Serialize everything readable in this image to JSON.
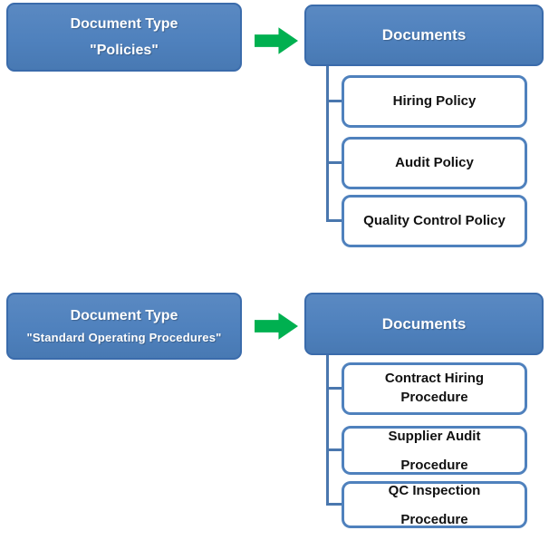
{
  "colors": {
    "box_blue": "#4f81bd",
    "box_blue_light": "#5a89c2",
    "box_blue_dark": "#4879b3",
    "box_blue_border": "#3a6bab",
    "child_border": "#4f81bd",
    "connector": "#4a77ae",
    "arrow_green": "#00b050",
    "text_white": "#ffffff"
  },
  "sections": [
    {
      "doc_type": {
        "line1": "Document Type",
        "line2": "\"Policies\""
      },
      "documents_label": "Documents",
      "children": [
        {
          "line1": "Hiring Policy",
          "line2": ""
        },
        {
          "line1": "Audit Policy",
          "line2": ""
        },
        {
          "line1": "Quality Control Policy",
          "line2": ""
        }
      ]
    },
    {
      "doc_type": {
        "line1": "Document Type",
        "line2": "\"Standard Operating Procedures\""
      },
      "documents_label": "Documents",
      "children": [
        {
          "line1": "Contract Hiring",
          "line2": "Procedure"
        },
        {
          "line1": "Supplier Audit",
          "line2": "Procedure"
        },
        {
          "line1": "QC Inspection",
          "line2": "Procedure"
        }
      ]
    }
  ]
}
